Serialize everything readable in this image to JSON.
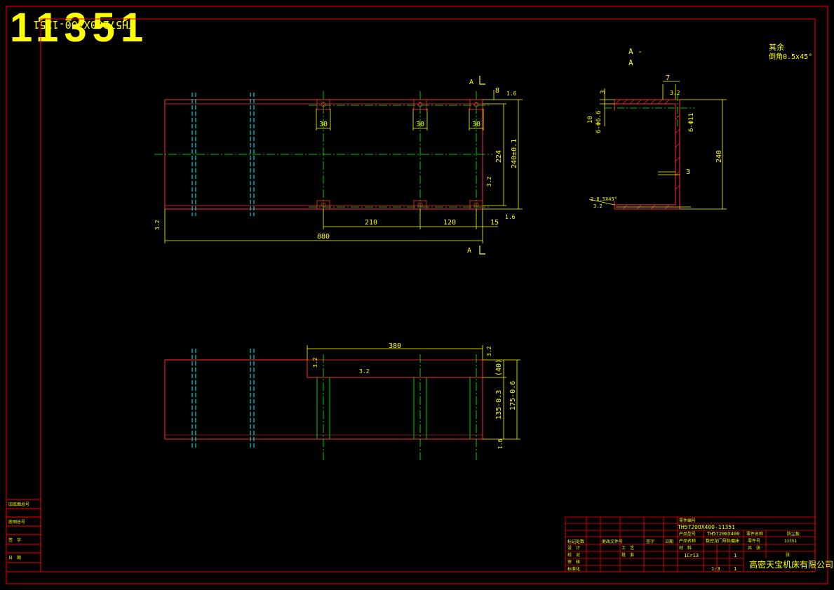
{
  "drawing_no_large": "11351",
  "drawing_no_mirrored": "TH57200X400-1351",
  "section": {
    "marker": "A",
    "title_line1": "A -",
    "title_line2": "A"
  },
  "notes": {
    "other_roughness": "其余",
    "chamfer": "倒角0.5x45°"
  },
  "plan_view_dims": {
    "slot_width": "30",
    "top_offset": "8",
    "roughness_top": "1.6",
    "height_inner": "224",
    "height_outer": "240±0.1",
    "roughness_right": "3.2",
    "roughness_left": "3.2",
    "spacing_1": "210",
    "spacing_2": "120",
    "edge_offset": "15",
    "total_length": "880",
    "roughness_corner": "1.6"
  },
  "section_view_dims": {
    "width_7": "7",
    "roughness_top": "3.2",
    "thickness_3": "3",
    "left_depth": "10",
    "left_hole": "6-Φ6.6",
    "right_hole": "6-Φ11",
    "height_240": "240",
    "inner_3": "3",
    "weld_note": "2-0.5X45°",
    "roughness_left": "3.2"
  },
  "front_view_dims": {
    "length_380": "380",
    "roughness_top": "3.2",
    "roughness_left": "3.2",
    "roughness_mid": "3.2",
    "dim_40": "(40)",
    "dim_135": "135-0.3",
    "dim_175": "175-0.6",
    "roughness_bottom": "1.6"
  },
  "left_block": [
    "旧底图总号",
    "底图总号",
    "签　字",
    "日　期"
  ],
  "title_block": {
    "label_code": "零件编号",
    "part_code": "TH5720OX400-11351",
    "product_label": "产品型号",
    "product_value": "TH57200X400",
    "product_name_label": "产品名称",
    "product_name_value": "数控龙门导轨磨床",
    "part_name_label": "零件名称",
    "part_name_value": "防尘板",
    "part_no_label": "零件号",
    "part_no_value": "11351",
    "material_label": "材　料",
    "material_value": "1Cr13",
    "weight_value": "1",
    "scale_value": "1:3",
    "count_value": "1",
    "sheet_label": "共　张",
    "sheet_value": "张",
    "company": "高密天宝机床有限公司",
    "rows": [
      "标记处数",
      "更改文件号",
      "签字",
      "日期",
      "设　计",
      "校　对",
      "审　核",
      "标准化",
      "工　艺",
      "批　准"
    ]
  },
  "colors": {
    "border": "#ff0000",
    "outline": "#ff3030",
    "dimension": "#ffff00",
    "centerline": "#00ff00",
    "hidden_line": "#00ffff",
    "text": "#ffff00"
  }
}
